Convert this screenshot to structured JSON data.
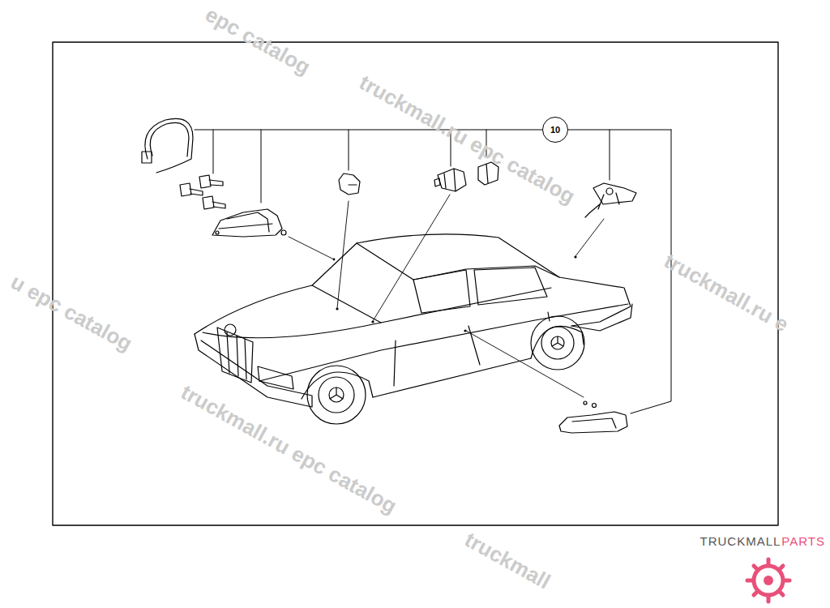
{
  "diagram": {
    "nodes": [
      {
        "text": [
          "10"
        ]
      }
    ],
    "labels": [
      "epc catalog",
      "truckmall.ru epc catalog",
      "truckmall.ru e",
      "u epc catalog",
      "truckmall.ru epc catalog",
      "truckmall",
      "TRUCKMALL",
      "PARTS"
    ]
  }
}
